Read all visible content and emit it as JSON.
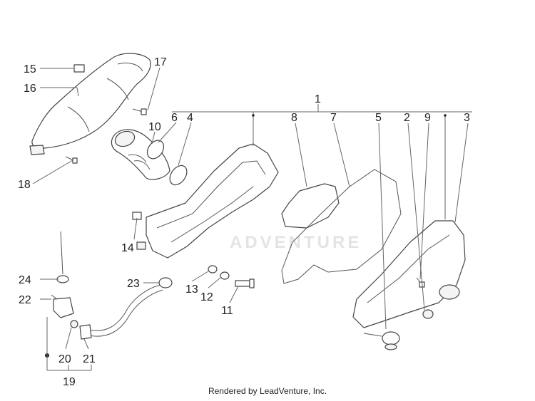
{
  "callouts": {
    "c1": "1",
    "c2": "2",
    "c3": "3",
    "c4": "4",
    "c5": "5",
    "c6": "6",
    "c7": "7",
    "c8": "8",
    "c9": "9",
    "c10": "10",
    "c11": "11",
    "c12": "12",
    "c13": "13",
    "c14": "14",
    "c15": "15",
    "c16": "16",
    "c17": "17",
    "c18": "18",
    "c19": "19",
    "c20": "20",
    "c21": "21",
    "c22": "22",
    "c23": "23",
    "c24": "24"
  },
  "watermark": "ADVENTURE",
  "footer": "Rendered by LeadVenture, Inc."
}
